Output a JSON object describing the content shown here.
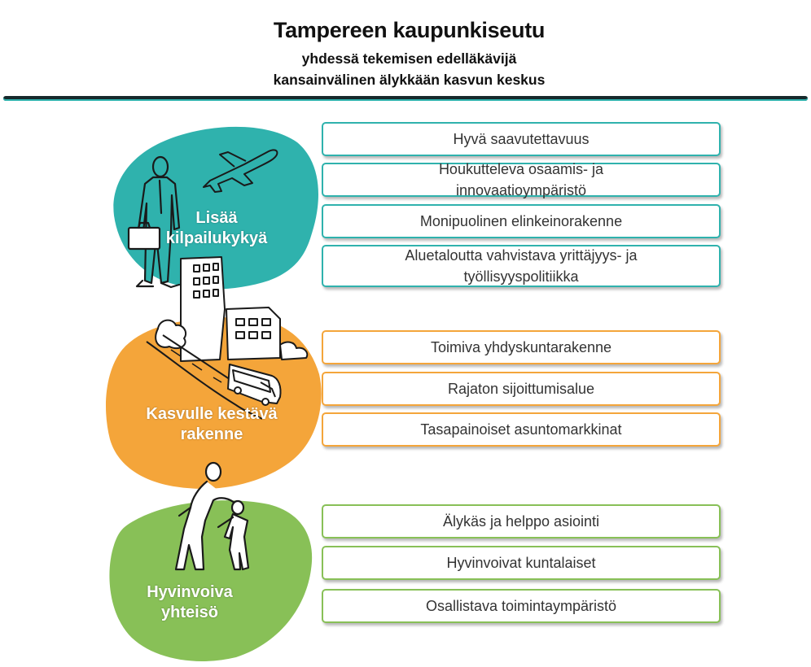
{
  "header": {
    "title": "Tampereen kaupunkiseutu",
    "subtitle_1": "yhdessä tekemisen edelläkävijä",
    "subtitle_2": "kansainvälinen älykkään kasvun keskus"
  },
  "colors": {
    "teal": "#2fb2ad",
    "orange": "#f4a53a",
    "green": "#88c057",
    "rule": "#17292b"
  },
  "groups": [
    {
      "label": "Lisää kilpailukykyä",
      "items": [
        "Hyvä saavutettavuus",
        "Houkutteleva osaamis- ja innovaatioympäristö",
        "Monipuolinen elinkeinorakenne",
        "Aluetaloutta vahvistava yrittäjyys- ja työllisyyspolitiikka"
      ]
    },
    {
      "label": "Kasvulle kestävä rakenne",
      "items": [
        "Toimiva yhdyskuntarakenne",
        "Rajaton sijoittumisalue",
        "Tasapainoiset asuntomarkkinat"
      ]
    },
    {
      "label": "Hyvinvoiva yhteisö",
      "items": [
        "Älykäs ja helppo asiointi",
        "Hyvinvoivat kuntalaiset",
        "Osallistava toimintaympäristö"
      ]
    }
  ],
  "icons": [
    "airplane-icon",
    "businessman-icon",
    "buildings-icon",
    "road-icon",
    "bus-icon",
    "parent-child-icon"
  ]
}
